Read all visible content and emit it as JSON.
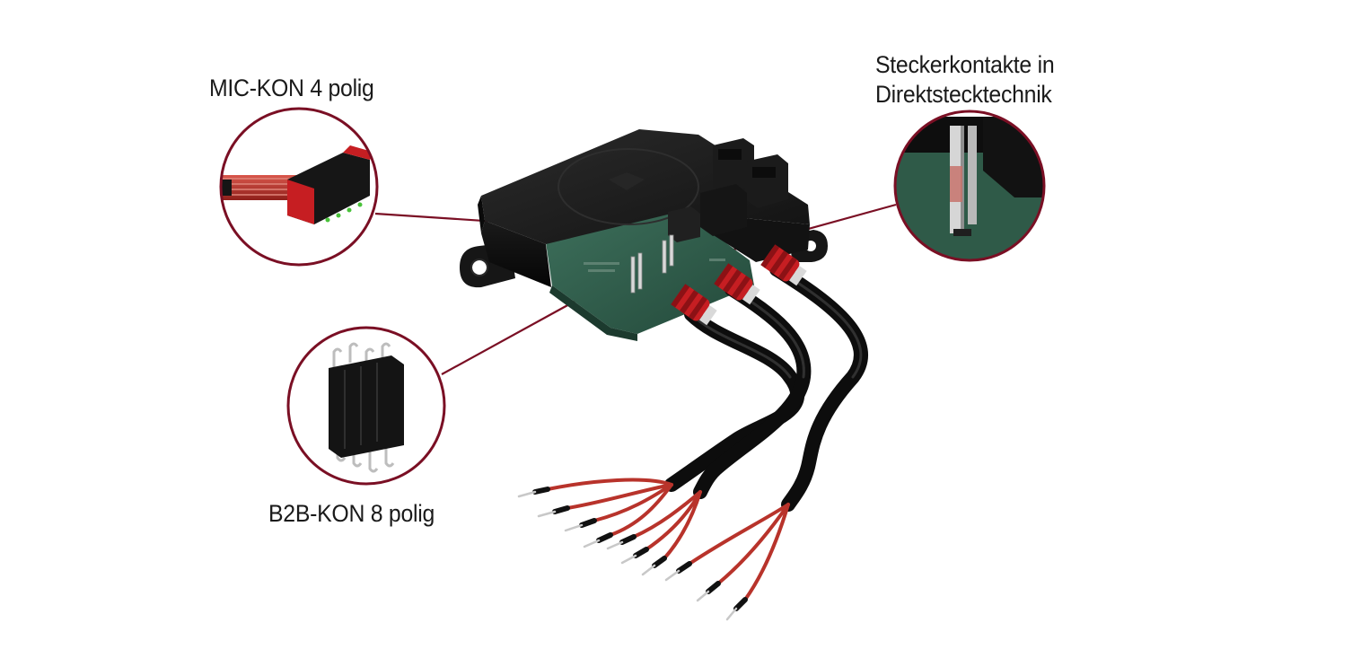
{
  "labels": {
    "mic_kon": "MIC-KON 4 polig",
    "b2b_kon": "B2B-KON 8 polig",
    "stecker_line1": "Steckerkontakte in",
    "stecker_line2": "Direktstecktechnik"
  },
  "colors": {
    "callout_ring": "#7a0f24",
    "housing": "#1c1c1c",
    "pcb": "#2f5a48",
    "seal": "#c61e22",
    "wire": "#b8332b",
    "cable": "#111111",
    "background": "#ffffff"
  }
}
